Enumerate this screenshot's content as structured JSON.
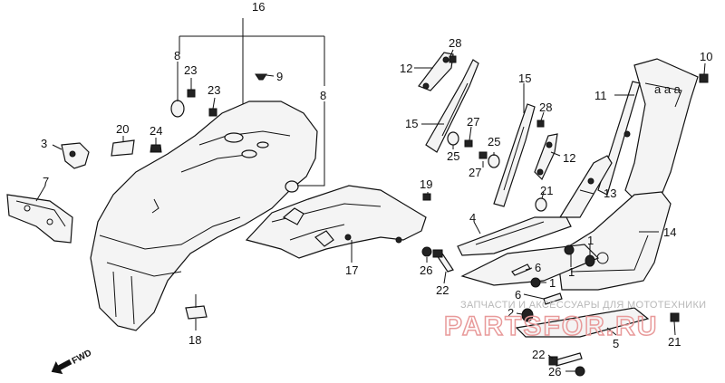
{
  "callouts": {
    "c16": "16",
    "c8a": "8",
    "c8b": "8",
    "c23a": "23",
    "c23b": "23",
    "c9": "9",
    "c20": "20",
    "c24": "24",
    "c3": "3",
    "c7": "7",
    "c18": "18",
    "c17": "17",
    "c19": "19",
    "c26a": "26",
    "c22a": "22",
    "c12a": "12",
    "c28a": "28",
    "c15a": "15",
    "c27a": "27",
    "c25a": "25",
    "c25b": "25",
    "c27b": "27",
    "c15b": "15",
    "c28b": "28",
    "c12b": "12",
    "c21a": "21",
    "c13": "13",
    "c4": "4",
    "c11": "11",
    "c10": "10",
    "c14": "14",
    "c1a": "1",
    "c1b": "1",
    "c1c": "1",
    "c6a": "6",
    "c6b": "6",
    "c2": "2",
    "c5": "5",
    "c21b": "21",
    "c22b": "22",
    "c26b": "26"
  },
  "fwd_label": "FWD",
  "watermark": {
    "small": "ЗАПЧАСТИ И АКСЕССУАРЫ ДЛЯ МОТОТЕХНИКИ",
    "big": "PARTSFOR.RU"
  }
}
